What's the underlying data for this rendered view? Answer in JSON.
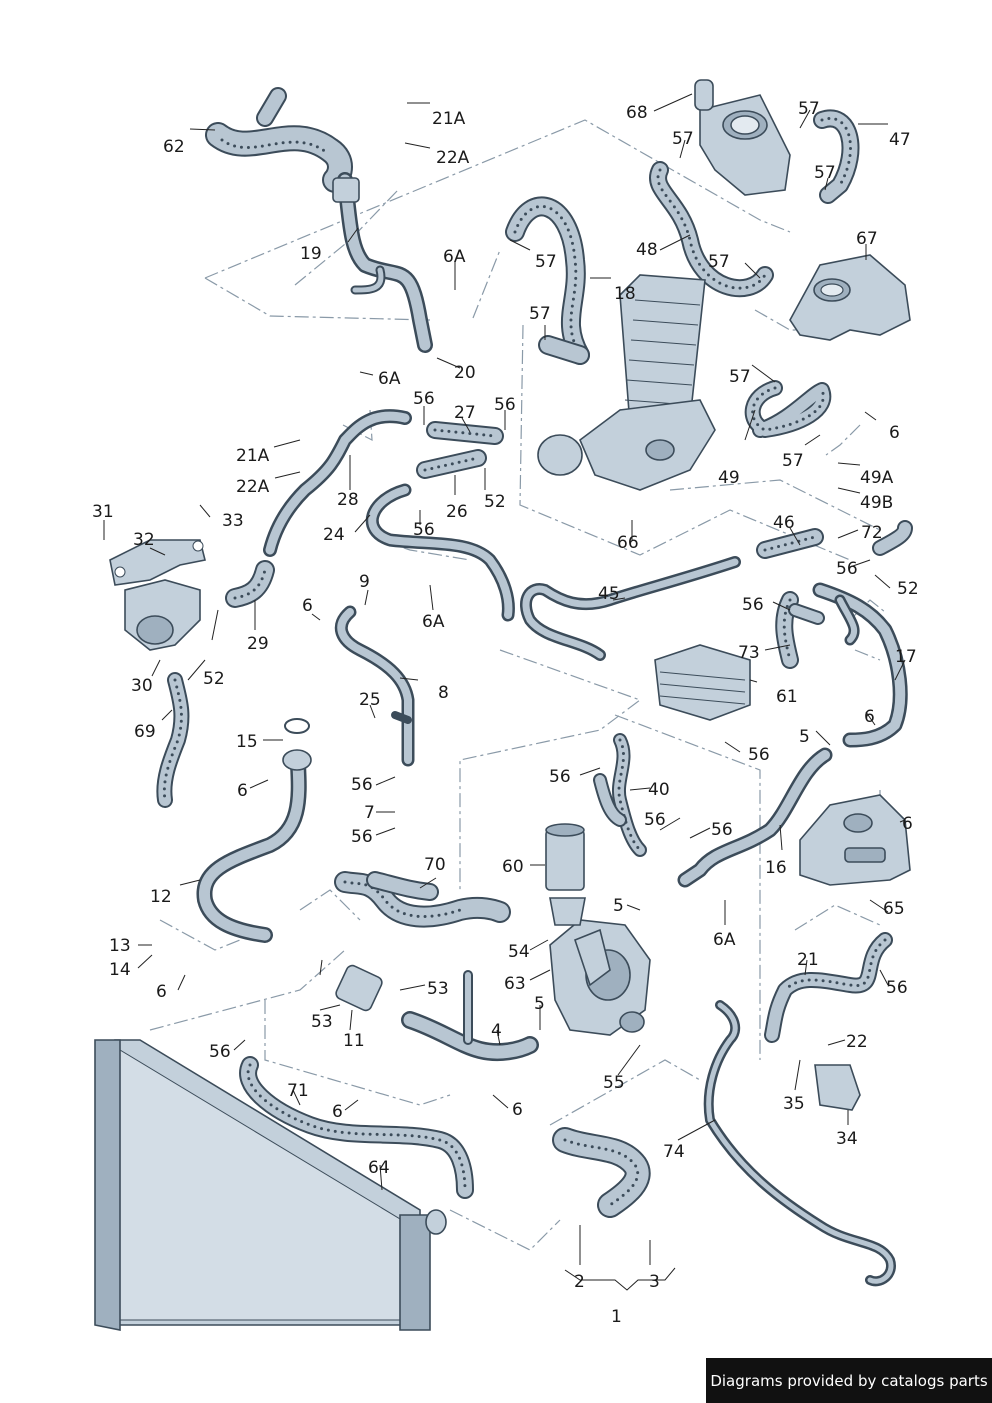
{
  "footer": {
    "credit": "Diagrams provided by catalogs parts"
  },
  "callouts": {
    "c62": "62",
    "c21a_top": "21A",
    "c22a_top": "22A",
    "c68": "68",
    "c57_tr1": "57",
    "c57_tr2": "57",
    "c47": "47",
    "c57_tr3": "57",
    "c19": "19",
    "c6a_top": "6A",
    "c57_mid": "57",
    "c48": "48",
    "c57_tr4": "57",
    "c67": "67",
    "c18": "18",
    "c57_left": "57",
    "c20": "20",
    "c6a_b": "6A",
    "c57_r5": "57",
    "c56_a": "56",
    "c27": "27",
    "c56_b": "56",
    "c6_r": "6",
    "c21a_mid": "21A",
    "c22a_mid": "22A",
    "c57_r6": "57",
    "c49a": "49A",
    "c49b": "49B",
    "c49": "49",
    "c28": "28",
    "c26": "26",
    "c52_a": "52",
    "c31": "31",
    "c33": "33",
    "c32": "32",
    "c24": "24",
    "c56_c": "56",
    "c46": "46",
    "c72": "72",
    "c66": "66",
    "c56_d": "56",
    "c52_b": "52",
    "c9": "9",
    "c6_a": "6",
    "c45": "45",
    "c6a_c": "6A",
    "c56_e": "56",
    "c29": "29",
    "c17": "17",
    "c73": "73",
    "c30": "30",
    "c52_c": "52",
    "c8": "8",
    "c61": "61",
    "c69": "69",
    "c25": "25",
    "c6_b": "6",
    "c15": "15",
    "c5_a": "5",
    "c56_f": "56",
    "c6_c": "6",
    "c56_g": "56",
    "c40": "40",
    "c56_h": "56",
    "c7": "7",
    "c56_i": "56",
    "c56_j": "56",
    "c6_d": "6",
    "c16": "16",
    "c70": "70",
    "c60": "60",
    "c12": "12",
    "c5_b": "5",
    "c6a_d": "6A",
    "c65": "65",
    "c13": "13",
    "c54": "54",
    "c14": "14",
    "c63": "63",
    "c21": "21",
    "c6_e": "6",
    "c53_a": "53",
    "c56_k": "56",
    "c53_b": "53",
    "c11": "11",
    "c5_c": "5",
    "c4": "4",
    "c22": "22",
    "c56_l": "56",
    "c55": "55",
    "c71": "71",
    "c35": "35",
    "c6_f": "6",
    "c6_g": "6",
    "c34": "34",
    "c74": "74",
    "c64": "64",
    "c2": "2",
    "c3": "3",
    "c1": "1"
  }
}
